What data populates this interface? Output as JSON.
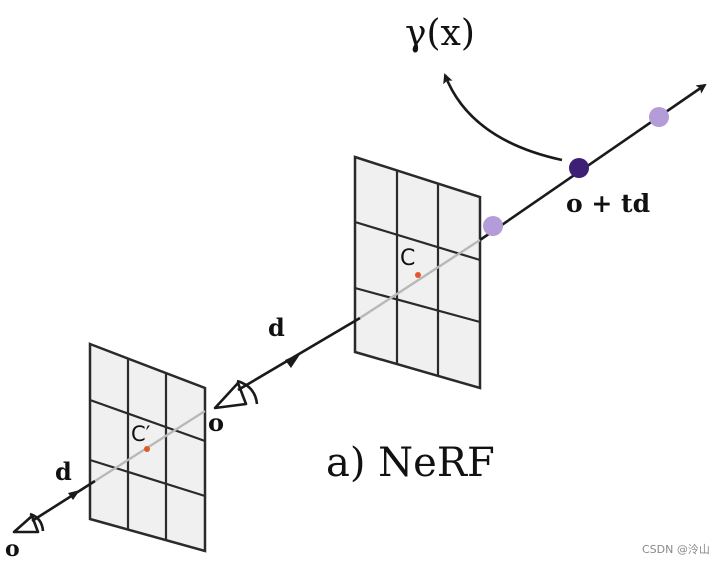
{
  "labels": {
    "gamma": "γ(x)",
    "point": "o + td",
    "center_far": "C",
    "center_near": "C′",
    "dir_far": "d",
    "dir_near": "d",
    "origin_far": "o",
    "origin_near": "o",
    "caption": "a) NeRF"
  },
  "watermark": "CSDN @泠山",
  "colors": {
    "ray": "#1a1a1a",
    "ray_behind_plane": "#b8b8b8",
    "grid_fill": "#f0f0f0",
    "grid_line": "#2a2a2a",
    "sample_point": "#b49cd9",
    "highlight_point": "#3d1f75",
    "center_point": "#e2582a"
  }
}
